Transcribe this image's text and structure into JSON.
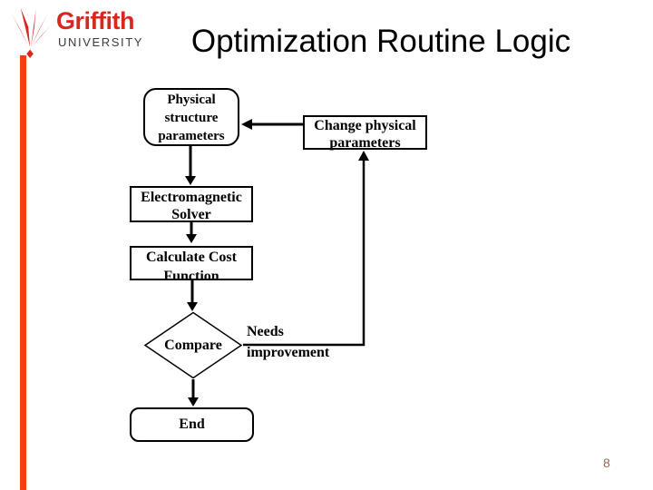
{
  "slide": {
    "title": "Optimization Routine Logic",
    "page_number": "8",
    "colors": {
      "accent_bar": "#FA3D15",
      "brand_red": "#D9261F",
      "page_number": "#996655"
    }
  },
  "logo": {
    "wordmark": "Griffith",
    "subtext": "UNIVERSITY"
  },
  "flowchart": {
    "nodes": {
      "physical": {
        "label": "Physical structure parameters",
        "shape": "rounded-rectangle"
      },
      "change": {
        "label": "Change physical parameters",
        "shape": "rectangle"
      },
      "solver": {
        "label": "Electromagnetic Solver",
        "shape": "rectangle"
      },
      "cost": {
        "label": "Calculate Cost Function",
        "shape": "rectangle"
      },
      "compare": {
        "label": "Compare",
        "shape": "diamond"
      },
      "end": {
        "label": "End",
        "shape": "rounded-rectangle"
      }
    },
    "edge_labels": {
      "needs_improvement": "Needs improvement"
    }
  }
}
